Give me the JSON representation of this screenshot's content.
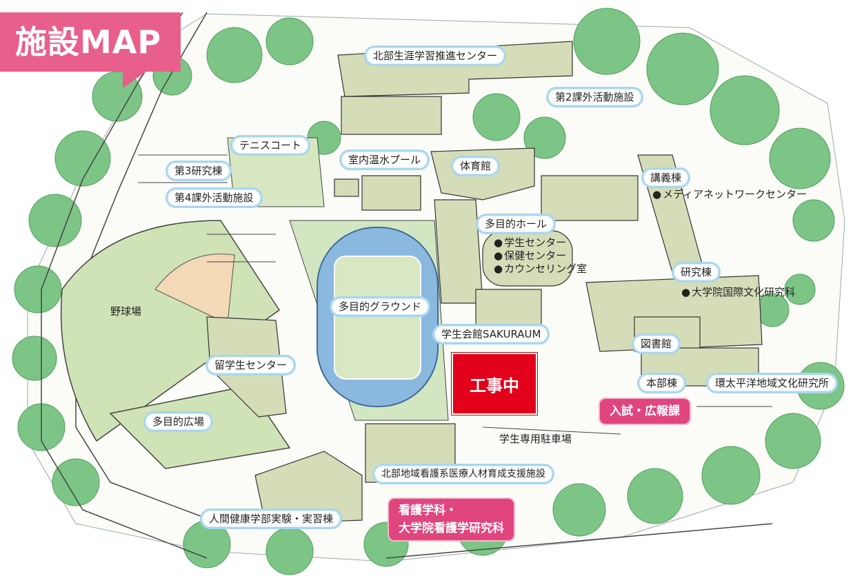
{
  "title": "施設MAP",
  "labels": {
    "hokubu_center": "北部生涯学習推進センター",
    "club2": "第2課外活動施設",
    "tennis": "テニスコート",
    "lab3": "第3研究棟",
    "club4": "第4課外活動施設",
    "pool": "室内温水プール",
    "gym": "体育館",
    "lecture": "講義棟",
    "media": "メディアネットワークセンター",
    "hall": "多目的ホール",
    "student_center": "学生センター",
    "health_center": "保健センター",
    "counseling": "カウンセリング室",
    "research": "研究棟",
    "grad_intl": "大学院国際文化研究科",
    "baseball": "野球場",
    "ground": "多目的グラウンド",
    "sakuraum": "学生会館SAKURAUM",
    "library": "図書館",
    "intl_student": "留学生センター",
    "honbu": "本部棟",
    "pacific": "環太平洋地域文化研究所",
    "plaza": "多目的広場",
    "parking": "学生専用駐車場",
    "nursing_support": "北部地域看護系医療人材育成支援施設",
    "health_lab": "人間健康学部実験・実習棟"
  },
  "highlights": {
    "construction": "工事中",
    "admissions": "入試・広報課",
    "nursing_line1": "看護学科・",
    "nursing_line2": "大学院看護学研究科"
  },
  "colors": {
    "title_bg": "#e95f8c",
    "label_border": "#a9d6ee",
    "highlight_pink": "#e0457e",
    "construction_red": "#e2001a",
    "tree_green": "#7cc586",
    "lawn": "#d8e8c2",
    "building": "#d5ddb8",
    "track": "#8ab8df"
  }
}
